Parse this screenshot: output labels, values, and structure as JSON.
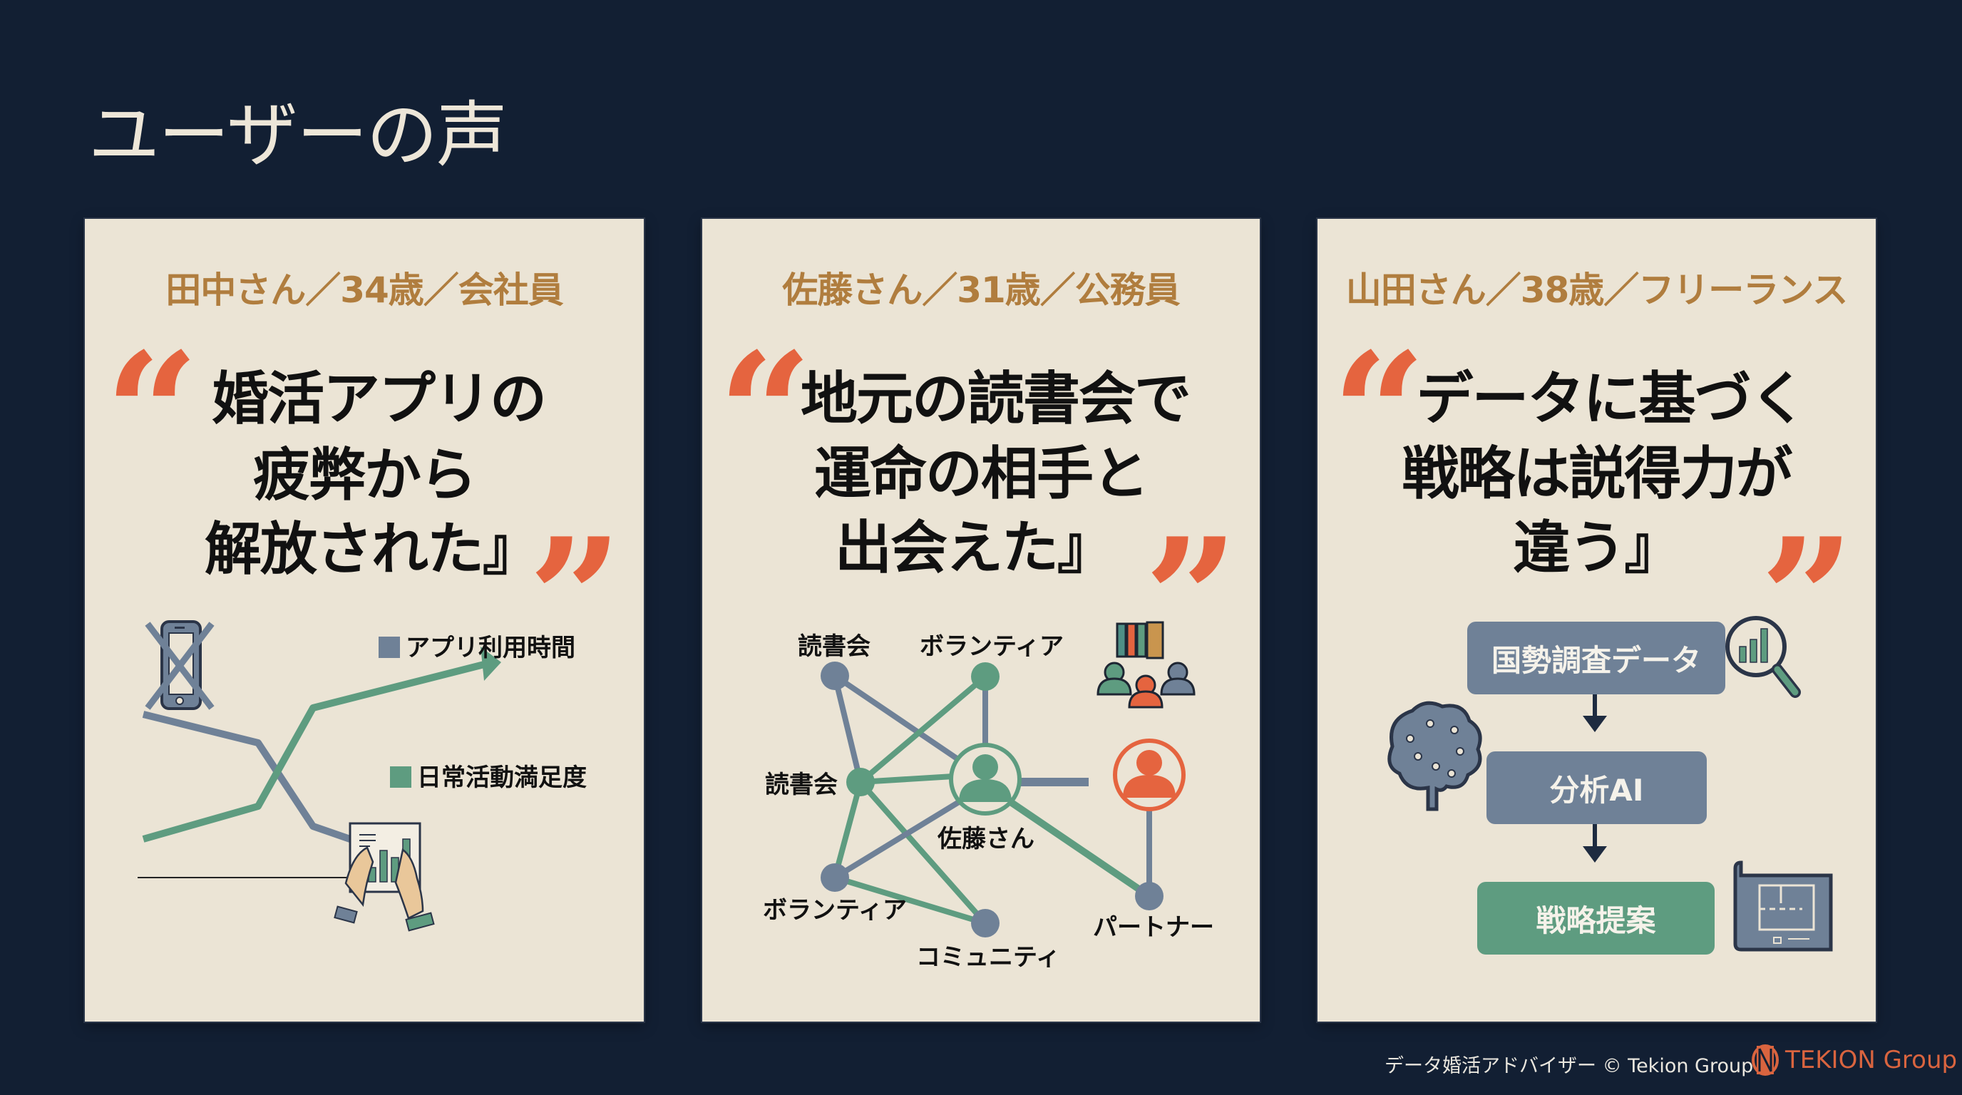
{
  "page": {
    "title": "ユーザーの声"
  },
  "colors": {
    "background": "#121F33",
    "card": "#EBE4D5",
    "accent_orange": "#E5643F",
    "gold": "#B07D3E",
    "slate": "#6F8197",
    "green": "#5E9C80",
    "text_dark": "#111111"
  },
  "cards": [
    {
      "persona": "田中さん／34歳／会社員",
      "quote_open": "“",
      "quote_close": "”",
      "quote_lines": [
        "婚活アプリの",
        "疲弊から",
        "解放された』"
      ],
      "illustration": {
        "type": "line-chart",
        "legend": [
          {
            "label": "アプリ利用時間",
            "color": "#6F8197"
          },
          {
            "label": "日常活動満足度",
            "color": "#5E9C80"
          }
        ],
        "icons": [
          "crossed-phone-icon",
          "tablet-chart-hands-icon"
        ]
      }
    },
    {
      "persona": "佐藤さん／31歳／公務員",
      "quote_open": "“",
      "quote_close": "”",
      "quote_lines": [
        "地元の読書会で",
        "運命の相手と",
        "出会えた』"
      ],
      "illustration": {
        "type": "network",
        "nodes": [
          {
            "label": "読書会",
            "pos": "top-left"
          },
          {
            "label": "ボランティア",
            "pos": "top-center"
          },
          {
            "label": "読書会",
            "pos": "mid-left"
          },
          {
            "label": "佐藤さん",
            "pos": "center"
          },
          {
            "label": "ボランティア",
            "pos": "bottom-left"
          },
          {
            "label": "コミュニティ",
            "pos": "bottom-center"
          },
          {
            "label": "パートナー",
            "pos": "bottom-right"
          }
        ],
        "icons": [
          "book-club-group-icon",
          "partner-avatar-icon"
        ]
      }
    },
    {
      "persona": "山田さん／38歳／フリーランス",
      "quote_open": "“",
      "quote_close": "”",
      "quote_lines": [
        "データに基づく",
        "戦略は説得力が",
        "違う』"
      ],
      "illustration": {
        "type": "flow",
        "steps": [
          "国勢調査データ",
          "分析AI",
          "戦略提案"
        ],
        "icons": [
          "magnifier-chart-icon",
          "ai-brain-icon",
          "blueprint-icon"
        ]
      }
    }
  ],
  "footer": {
    "credit": "データ婚活アドバイザー © Tekion Group",
    "logo_text": "TEKION Group"
  }
}
